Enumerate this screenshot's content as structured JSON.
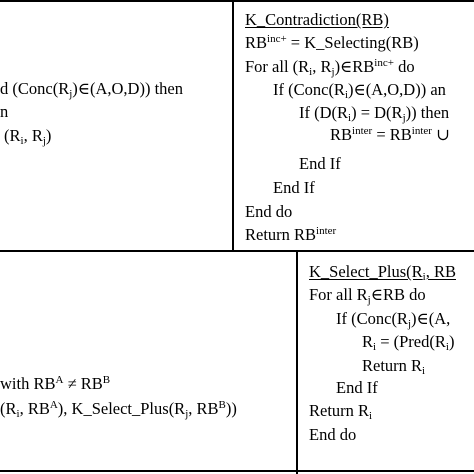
{
  "left_top": {
    "line1": "d (Conc(R",
    "line1_sub": "j",
    "line1_tail": ")∈(A,O,D))  then",
    "line2": "n",
    "line3": "(R",
    "line3_sub1": "i",
    "line3_mid": ", R",
    "line3_sub2": "j",
    "line3_tail": ")"
  },
  "contradiction": {
    "title": "K_Contradiction(RB)",
    "l1_a": "RB",
    "l1_sup": "inc+",
    "l1_b": " = K_Selecting(RB)",
    "l2_a": "For all (R",
    "l2_s1": "i",
    "l2_b": ", R",
    "l2_s2": "j",
    "l2_c": ")∈RB",
    "l2_sup": "inc+",
    "l2_d": " do",
    "l3_a": "If (Conc(R",
    "l3_s1": "i",
    "l3_b": ")∈(A,O,D))  an",
    "l4_a": "If (D(R",
    "l4_s1": "i",
    "l4_b": ") = D(R",
    "l4_s2": "j",
    "l4_c": "))  then",
    "l5_a": "RB",
    "l5_sup1": "inter",
    "l5_b": " = RB",
    "l5_sup2": "inter",
    "l5_c": " ∪",
    "l6": "End If",
    "l7": "End If",
    "l8": "End do",
    "l9_a": "Return RB",
    "l9_sup": "inter"
  },
  "left_bottom": {
    "line1_a": "with  RB",
    "line1_sup1": "A",
    "line1_b": " ≠ RB",
    "line1_sup2": "B",
    "line2_a": "(R",
    "line2_s1": "i",
    "line2_b": ",  RB",
    "line2_sup1": "A",
    "line2_c": "), K_Select_Plus(R",
    "line2_s2": "j",
    "line2_d": ",  RB",
    "line2_sup2": "B",
    "line2_e": "))"
  },
  "select_plus": {
    "title_a": "K_Select_Plus(R",
    "title_s": "i",
    "title_b": ", RB",
    "l1_a": "For all R",
    "l1_s": "j",
    "l1_b": "∈RB do",
    "l2_a": "If (Conc(R",
    "l2_s": "j",
    "l2_b": ")∈(A,",
    "l3_a": "R",
    "l3_s1": "i",
    "l3_b": " = (Pred(R",
    "l3_s2": "i",
    "l3_c": ")",
    "l4_a": "Return R",
    "l4_s": "i",
    "l5": "End If",
    "l6_a": "Return R",
    "l6_s": "i",
    "l7": "End do"
  }
}
